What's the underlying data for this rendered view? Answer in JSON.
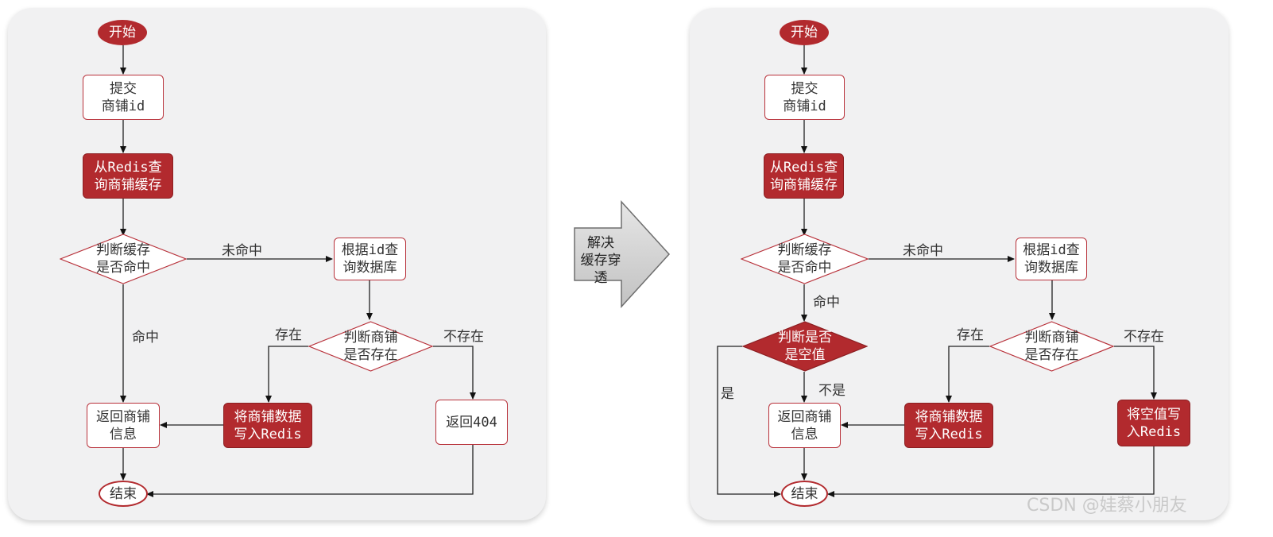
{
  "colors": {
    "accent": "#b22a2e",
    "panel": "#f1f1f2"
  },
  "left": {
    "start": "开始",
    "submit": "提交\n商铺id",
    "query_redis": "从Redis查\n询商铺缓存",
    "judge_cache": "判断缓存\n是否命中",
    "miss_label": "未命中",
    "query_db": "根据id查\n询数据库",
    "hit_label": "命中",
    "judge_exist": "判断商铺\n是否存在",
    "exist_label": "存在",
    "not_exist_label": "不存在",
    "return_info": "返回商铺\n信息",
    "write_redis": "将商铺数据\n写入Redis",
    "return_404": "返回404",
    "end": "结束"
  },
  "middle": {
    "label": "解决\n缓存穿透"
  },
  "right": {
    "start": "开始",
    "submit": "提交\n商铺id",
    "query_redis": "从Redis查\n询商铺缓存",
    "judge_cache": "判断缓存\n是否命中",
    "miss_label": "未命中",
    "query_db": "根据id查\n询数据库",
    "hit_label": "命中",
    "judge_null": "判断是否\n是空值",
    "yes_label": "是",
    "no_label": "不是",
    "judge_exist": "判断商铺\n是否存在",
    "exist_label": "存在",
    "not_exist_label": "不存在",
    "return_info": "返回商铺\n信息",
    "write_redis": "将商铺数据\n写入Redis",
    "write_null": "将空值写\n入Redis",
    "end": "结束"
  },
  "watermark": "CSDN @娃蔡小朋友"
}
